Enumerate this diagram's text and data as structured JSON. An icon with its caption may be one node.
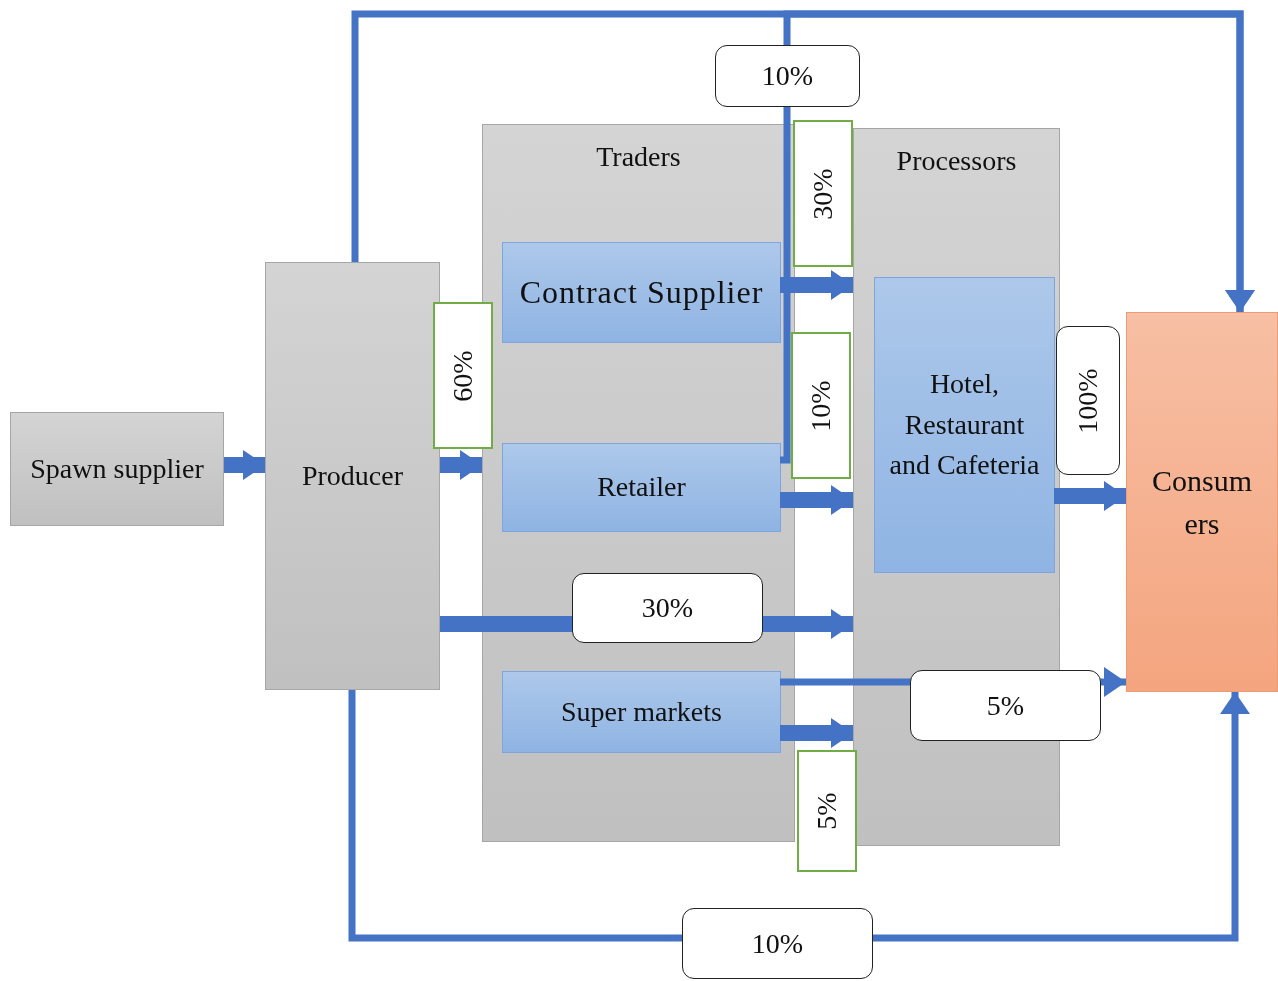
{
  "diagram": {
    "nodes": [
      {
        "text": [
          "Spawn supplier"
        ]
      },
      {
        "text": [
          "Producer"
        ]
      },
      {
        "text": [
          "Traders"
        ]
      },
      {
        "text": [
          "Contract Supplier"
        ],
        "in": 2
      },
      {
        "text": [
          "Retailer"
        ],
        "in": 2
      },
      {
        "text": [
          "Super markets"
        ],
        "in": 2
      },
      {
        "text": [
          "Processors"
        ]
      },
      {
        "text": [
          "Hotel, Restaurant and Cafeteria"
        ],
        "in": 6
      },
      {
        "text": [
          "Consum ers"
        ]
      }
    ],
    "edges": [
      {
        "from": 0,
        "to": 1,
        "arrow": "to"
      },
      {
        "from": 1,
        "to": 8,
        "arrow": "to"
      },
      {
        "from": 1,
        "to": 2,
        "arrow": "to",
        "label": "60%"
      },
      {
        "from": 4,
        "to": 8,
        "arrow": "to",
        "label": "10%"
      },
      {
        "from": 3,
        "to": 6,
        "arrow": "to",
        "label": "30%"
      },
      {
        "from": 4,
        "to": 6,
        "arrow": "to",
        "label": "10%"
      },
      {
        "from": 1,
        "to": 6,
        "arrow": "to",
        "label": "30%"
      },
      {
        "from": 5,
        "to": 6,
        "arrow": "to",
        "label": "5%"
      },
      {
        "from": 5,
        "to": 8,
        "arrow": "to",
        "label": "5%"
      },
      {
        "from": 7,
        "to": 8,
        "arrow": "to",
        "label": "100%"
      },
      {
        "from": 1,
        "to": 8,
        "arrow": "to",
        "label": "10%"
      }
    ]
  }
}
